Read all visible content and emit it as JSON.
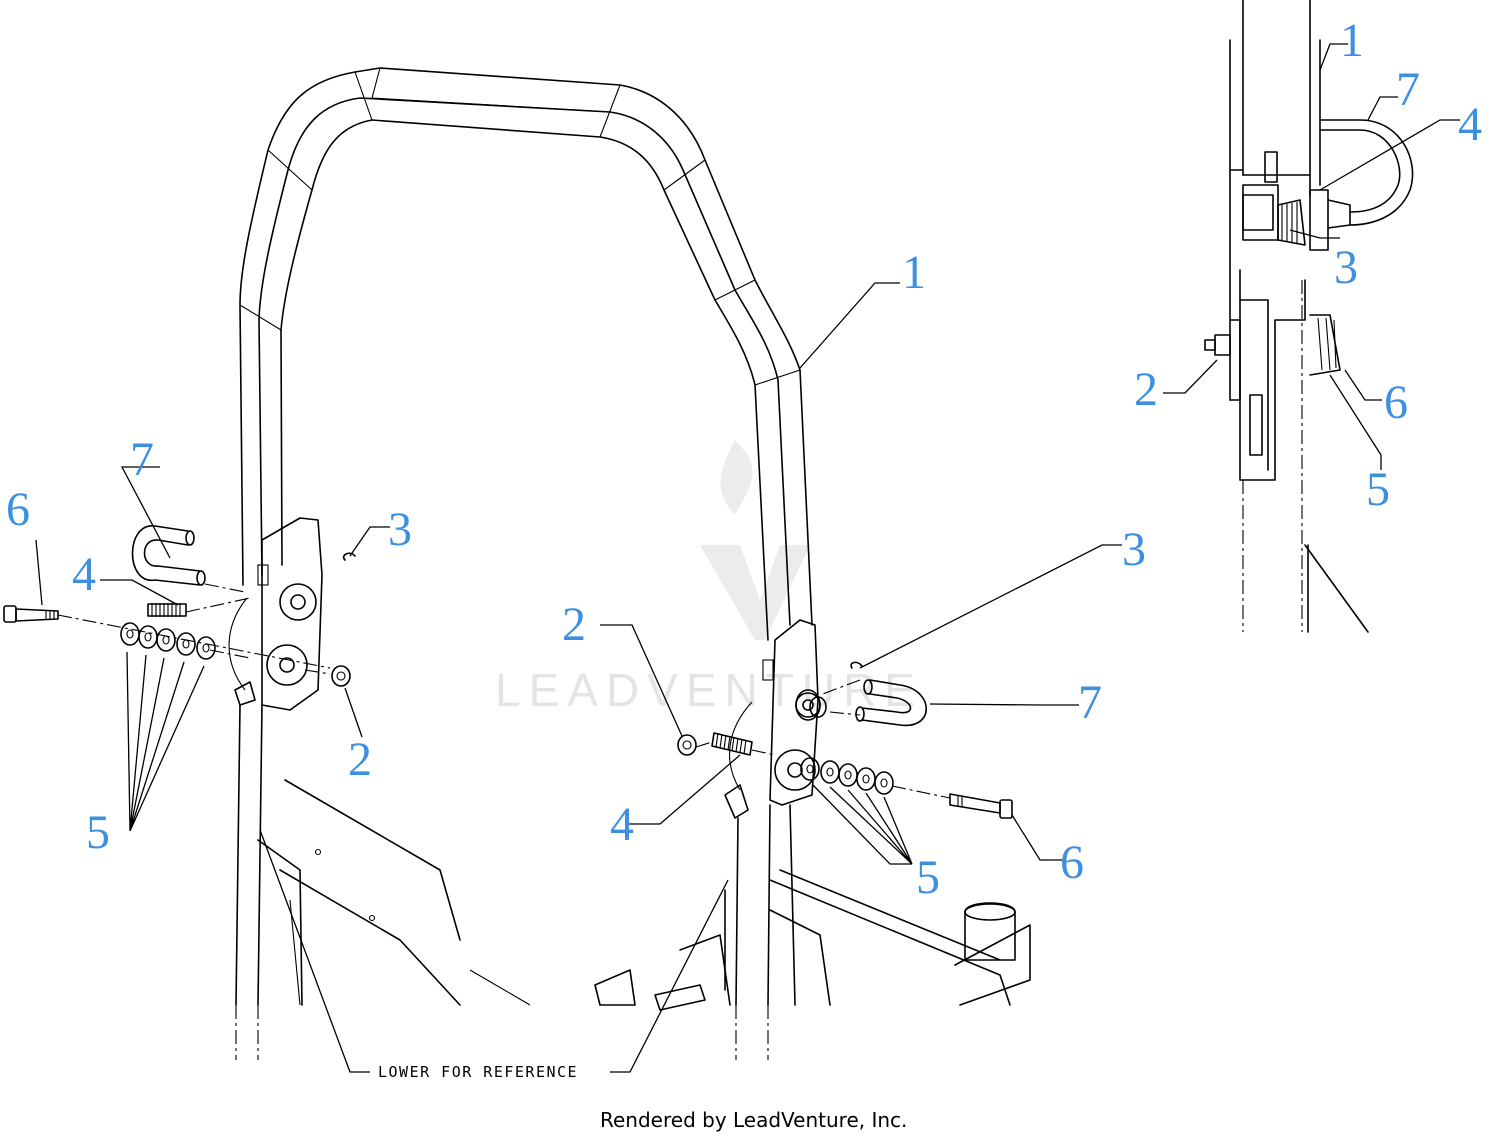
{
  "callouts": {
    "c1": "1",
    "c2": "2",
    "c3": "3",
    "c4": "4",
    "c5": "5",
    "c6": "6",
    "c7": "7"
  },
  "reference_note": "LOWER FOR REFERENCE",
  "credit": "Rendered by LeadVenture, Inc.",
  "watermark": "LEADVENTURE",
  "colors": {
    "callout": "#3d8fe0",
    "line": "#000000",
    "watermark": "#e4e4e4"
  }
}
